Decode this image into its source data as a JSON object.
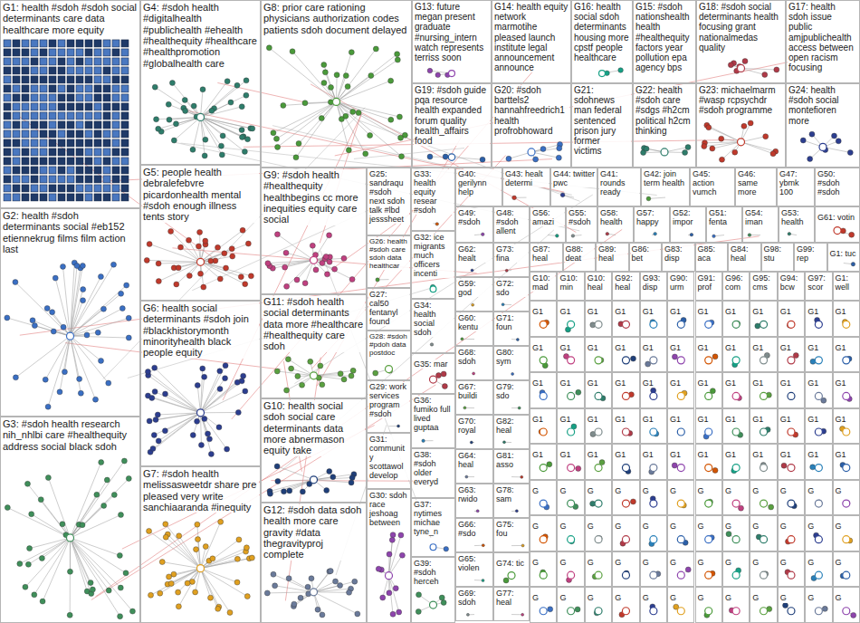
{
  "diagram": {
    "nodes": [
      {
        "text": [
          "G1: health #sdoh #sdoh social determinants care data healthcare more equity"
        ]
      },
      {
        "text": [
          "G2: health #sdoh determinants social #eb152 etiennekrug films film action last"
        ]
      },
      {
        "text": [
          "G3: #sdoh health research nih_nhlbi care #healthequity address social black sdoh"
        ]
      },
      {
        "text": [
          "G4: #sdoh health #digitalhealth #publichealth #ehealth #healthequity #healthcare #healthpromotion #globalhealth care"
        ]
      },
      {
        "text": [
          "G5: people health debralefebvre picardonhealth mental #sdoh enough illness tents story"
        ]
      },
      {
        "text": [
          "G6: health social determinants #sdoh join #blackhistorymonth minorityhealth black people equity"
        ]
      },
      {
        "text": [
          "G7: #sdoh health melissasweetdr share pre pleased very write sanchiaaranda #inequity"
        ]
      },
      {
        "text": [
          "G8: prior care rationing physicians authorization codes patients sdoh document delayed"
        ]
      },
      {
        "text": [
          "G9: #sdoh health #healthequity healthbegins cc more inequities equity care social"
        ]
      },
      {
        "text": [
          "G11: #sdoh health social determinants data more #healthcare #healthequity care sdoh"
        ]
      },
      {
        "text": [
          "G10: health social sdoh social care determinants data more abnermason equity take"
        ]
      },
      {
        "text": [
          "G12: #sdoh data sdoh health more care gravity #data thegravityproj complete"
        ]
      },
      {
        "text": [
          "G13: future megan present graduate #nursing_intern watch represents terriss soon"
        ]
      },
      {
        "text": [
          "G14: health equity network marmotihe pleased launch institute legal announcement announce"
        ]
      },
      {
        "text": [
          "G16: health social sdoh determinants housing more cpstf people healthcare"
        ]
      },
      {
        "text": [
          "G15: #sdoh nationshealth health #healthequity factors year pollution epa agency bps"
        ]
      },
      {
        "text": [
          "G18: #sdoh social determinants health focusing grant nationalmedas quality"
        ]
      },
      {
        "text": [
          "G17: health sdoh issue public amjpublichealth access between open racism focusing"
        ]
      },
      {
        "text": [
          "G19: #sdoh guide pqa resource health expanded forum quality health_affairs food"
        ]
      },
      {
        "text": [
          "G20: #sdoh barttels2 hannahfreedrich1 health profrobhoward"
        ]
      },
      {
        "text": [
          "G21: sdohnews man federal sentenced prison jury former victims"
        ]
      },
      {
        "text": [
          "G22: health #sdoh care #sdgs #h2cm political h2cm thinking"
        ]
      },
      {
        "text": [
          "G23: michaelmarm #wasp rcpsychdr #sdoh programme"
        ]
      },
      {
        "text": [
          "G24: health #sdoh social montefioren more"
        ]
      },
      {
        "text": [
          "G25: sandraqu #sdoh next sdoh talk #lbd jesssheet"
        ]
      },
      {
        "text": [
          "G26: health #sdoh care sdoh data healthcar"
        ]
      },
      {
        "text": [
          "G27: cal50 fentanyl found"
        ]
      },
      {
        "text": [
          "G28: #sdoh #pdoh data postdoc"
        ]
      },
      {
        "text": [
          "G29: work services program #sdoh"
        ]
      },
      {
        "text": [
          "G31: community scottawol develop"
        ]
      },
      {
        "text": [
          "G30: sdoh race jeshoag between"
        ]
      },
      {
        "text": [
          "G33: health equity resear #sdoh"
        ]
      },
      {
        "text": [
          "G32: ice migrants much officers incenti"
        ]
      },
      {
        "text": [
          "G34: health social sdoh"
        ]
      },
      {
        "text": [
          "G35: mar"
        ]
      },
      {
        "text": [
          "G36: fumiko full lived guptaa"
        ]
      },
      {
        "text": [
          "G38: #sdoh older everyd"
        ]
      },
      {
        "text": [
          "G37: nytimes michae tyne_n"
        ]
      },
      {
        "text": [
          "G39: #sdoh herceh"
        ]
      },
      {
        "text": [
          "G40: gerilynn help"
        ]
      },
      {
        "text": [
          "G43: healt determi"
        ]
      },
      {
        "text": [
          "G44: twitter pwc"
        ]
      },
      {
        "text": [
          "G41: rounds ready"
        ]
      },
      {
        "text": [
          "G42: join term health"
        ]
      },
      {
        "text": [
          "G45: action vumch"
        ]
      },
      {
        "text": [
          "G46: same more"
        ]
      },
      {
        "text": [
          "G47: ybmk 100"
        ]
      },
      {
        "text": [
          "G50: #sdoh #sdoh"
        ]
      },
      {
        "text": [
          "G49: #sdoh"
        ]
      },
      {
        "text": [
          "G48: #sdoh allent"
        ]
      },
      {
        "text": [
          "G56: amazi"
        ]
      },
      {
        "text": [
          "G55: #sdoh"
        ]
      },
      {
        "text": [
          "G58: health"
        ]
      },
      {
        "text": [
          "G57: happy"
        ]
      },
      {
        "text": [
          "G52: impor"
        ]
      },
      {
        "text": [
          "G51: fenta"
        ]
      },
      {
        "text": [
          "G54: iman"
        ]
      },
      {
        "text": [
          "G53: health"
        ]
      },
      {
        "text": [
          "G61: votin"
        ]
      },
      {
        "text": [
          "G62: healt"
        ]
      },
      {
        "text": [
          "G59: god"
        ]
      },
      {
        "text": [
          "G60: kentu"
        ]
      },
      {
        "text": [
          "G68: sdoh"
        ]
      },
      {
        "text": [
          "G67: buildi"
        ]
      },
      {
        "text": [
          "G70: royal"
        ]
      },
      {
        "text": [
          "G64: heal"
        ]
      },
      {
        "text": [
          "G63: rwido"
        ]
      },
      {
        "text": [
          "G66: #sdo"
        ]
      },
      {
        "text": [
          "G65: violen"
        ]
      },
      {
        "text": [
          "G69: sdoh"
        ]
      },
      {
        "text": [
          "G73: fina"
        ]
      },
      {
        "text": [
          "G72: sdo"
        ]
      },
      {
        "text": [
          "G71: foun"
        ]
      },
      {
        "text": [
          "G80: sym"
        ]
      },
      {
        "text": [
          "G79: sdo"
        ]
      },
      {
        "text": [
          "G82: heal"
        ]
      },
      {
        "text": [
          "G81: asso"
        ]
      },
      {
        "text": [
          "G78: sam"
        ]
      },
      {
        "text": [
          "G75: fou"
        ]
      },
      {
        "text": [
          "G74: tic"
        ]
      },
      {
        "text": [
          "G77: heal"
        ]
      },
      {
        "text": [
          "G87: heal"
        ]
      },
      {
        "text": [
          "G88: deat"
        ]
      },
      {
        "text": [
          "G89: heal"
        ]
      },
      {
        "text": [
          "G86: bet"
        ]
      },
      {
        "text": [
          "G83: disp"
        ]
      },
      {
        "text": [
          "G85: aca"
        ]
      },
      {
        "text": [
          "G84: heal"
        ]
      },
      {
        "text": [
          "G98: stu"
        ]
      },
      {
        "text": [
          "G99: rep"
        ]
      },
      {
        "text": [
          "G1: tuc"
        ]
      },
      {
        "text": [
          "G10: mad"
        ]
      },
      {
        "text": [
          "G10: min"
        ]
      },
      {
        "text": [
          "G10: heal"
        ]
      },
      {
        "text": [
          "G92: heal"
        ]
      },
      {
        "text": [
          "G93: disp"
        ]
      },
      {
        "text": [
          "G90: urm"
        ]
      },
      {
        "text": [
          "G91: prof"
        ]
      },
      {
        "text": [
          "G96: com"
        ]
      },
      {
        "text": [
          "G95: cms"
        ]
      },
      {
        "text": [
          "G94: bcw"
        ]
      },
      {
        "text": [
          "G97: scor"
        ]
      },
      {
        "text": [
          "G1: well"
        ]
      },
      {
        "text": [
          "G1"
        ]
      },
      {
        "text": [
          "G1"
        ]
      },
      {
        "text": [
          "G1"
        ]
      },
      {
        "text": [
          "G1"
        ]
      },
      {
        "text": [
          "G1"
        ]
      },
      {
        "text": [
          "G1"
        ]
      },
      {
        "text": [
          "G1"
        ]
      },
      {
        "text": [
          "G1"
        ]
      },
      {
        "text": [
          "G1"
        ]
      },
      {
        "text": [
          "G1"
        ]
      },
      {
        "text": [
          "G1"
        ]
      },
      {
        "text": [
          "G1"
        ]
      },
      {
        "text": [
          "G1"
        ]
      },
      {
        "text": [
          "G1"
        ]
      },
      {
        "text": [
          "G1"
        ]
      },
      {
        "text": [
          "G1"
        ]
      },
      {
        "text": [
          "G1"
        ]
      },
      {
        "text": [
          "G1"
        ]
      },
      {
        "text": [
          "G1"
        ]
      },
      {
        "text": [
          "G1"
        ]
      },
      {
        "text": [
          "G1"
        ]
      },
      {
        "text": [
          "G1"
        ]
      },
      {
        "text": [
          "G1"
        ]
      },
      {
        "text": [
          "G1"
        ]
      },
      {
        "text": [
          "G1"
        ]
      },
      {
        "text": [
          "G1"
        ]
      },
      {
        "text": [
          "G1"
        ]
      },
      {
        "text": [
          "G1"
        ]
      },
      {
        "text": [
          "G1"
        ]
      },
      {
        "text": [
          "G1"
        ]
      },
      {
        "text": [
          "G1"
        ]
      },
      {
        "text": [
          "G1"
        ]
      },
      {
        "text": [
          "G1"
        ]
      },
      {
        "text": [
          "G1"
        ]
      },
      {
        "text": [
          "G1"
        ]
      },
      {
        "text": [
          "G1"
        ]
      },
      {
        "text": [
          "G1"
        ]
      },
      {
        "text": [
          "G1"
        ]
      },
      {
        "text": [
          "G1"
        ]
      },
      {
        "text": [
          "G1"
        ]
      },
      {
        "text": [
          "G1"
        ]
      },
      {
        "text": [
          "G1"
        ]
      },
      {
        "text": [
          "G1"
        ]
      },
      {
        "text": [
          "G1"
        ]
      },
      {
        "text": [
          "G1"
        ]
      },
      {
        "text": [
          "G1"
        ]
      },
      {
        "text": [
          "G1"
        ]
      },
      {
        "text": [
          "G1"
        ]
      },
      {
        "text": [
          "G1"
        ]
      },
      {
        "text": [
          "G1"
        ]
      },
      {
        "text": [
          "G1"
        ]
      },
      {
        "text": [
          "G1"
        ]
      },
      {
        "text": [
          "G1"
        ]
      },
      {
        "text": [
          "G1"
        ]
      },
      {
        "text": [
          "G1"
        ]
      },
      {
        "text": [
          "G1"
        ]
      },
      {
        "text": [
          "G1"
        ]
      },
      {
        "text": [
          "G1"
        ]
      },
      {
        "text": [
          "G1"
        ]
      },
      {
        "text": [
          "G1"
        ]
      },
      {
        "text": [
          "G"
        ]
      },
      {
        "text": [
          "G"
        ]
      },
      {
        "text": [
          "G"
        ]
      },
      {
        "text": [
          "G"
        ]
      },
      {
        "text": [
          "G"
        ]
      },
      {
        "text": [
          "G"
        ]
      },
      {
        "text": [
          "G"
        ]
      },
      {
        "text": [
          "G"
        ]
      },
      {
        "text": [
          "G"
        ]
      },
      {
        "text": [
          "G"
        ]
      },
      {
        "text": [
          "G"
        ]
      },
      {
        "text": [
          "G"
        ]
      },
      {
        "text": [
          "G"
        ]
      },
      {
        "text": [
          "G"
        ]
      },
      {
        "text": [
          "G"
        ]
      },
      {
        "text": [
          "G"
        ]
      },
      {
        "text": [
          "G"
        ]
      },
      {
        "text": [
          "G"
        ]
      },
      {
        "text": [
          "G"
        ]
      },
      {
        "text": [
          "G"
        ]
      },
      {
        "text": [
          "G"
        ]
      },
      {
        "text": [
          "G"
        ]
      },
      {
        "text": [
          "G"
        ]
      },
      {
        "text": [
          "G"
        ]
      },
      {
        "text": [
          "G"
        ]
      },
      {
        "text": [
          "G"
        ]
      },
      {
        "text": [
          "G"
        ]
      },
      {
        "text": [
          "G"
        ]
      },
      {
        "text": [
          "G"
        ]
      },
      {
        "text": [
          "G"
        ]
      },
      {
        "text": [
          "G"
        ]
      },
      {
        "text": [
          "G"
        ]
      },
      {
        "text": [
          "G"
        ]
      },
      {
        "text": [
          "G"
        ]
      },
      {
        "text": [
          "G"
        ]
      },
      {
        "text": [
          "G"
        ]
      },
      {
        "text": [
          "G"
        ]
      },
      {
        "text": [
          "G"
        ]
      },
      {
        "text": [
          "G"
        ]
      },
      {
        "text": [
          "G"
        ]
      },
      {
        "text": [
          "G"
        ]
      },
      {
        "text": [
          "G"
        ]
      },
      {
        "text": [
          "G"
        ]
      },
      {
        "text": [
          "G"
        ]
      },
      {
        "text": [
          "G"
        ]
      },
      {
        "text": [
          "G"
        ]
      },
      {
        "text": [
          "G"
        ]
      },
      {
        "text": [
          "G"
        ]
      }
    ]
  }
}
